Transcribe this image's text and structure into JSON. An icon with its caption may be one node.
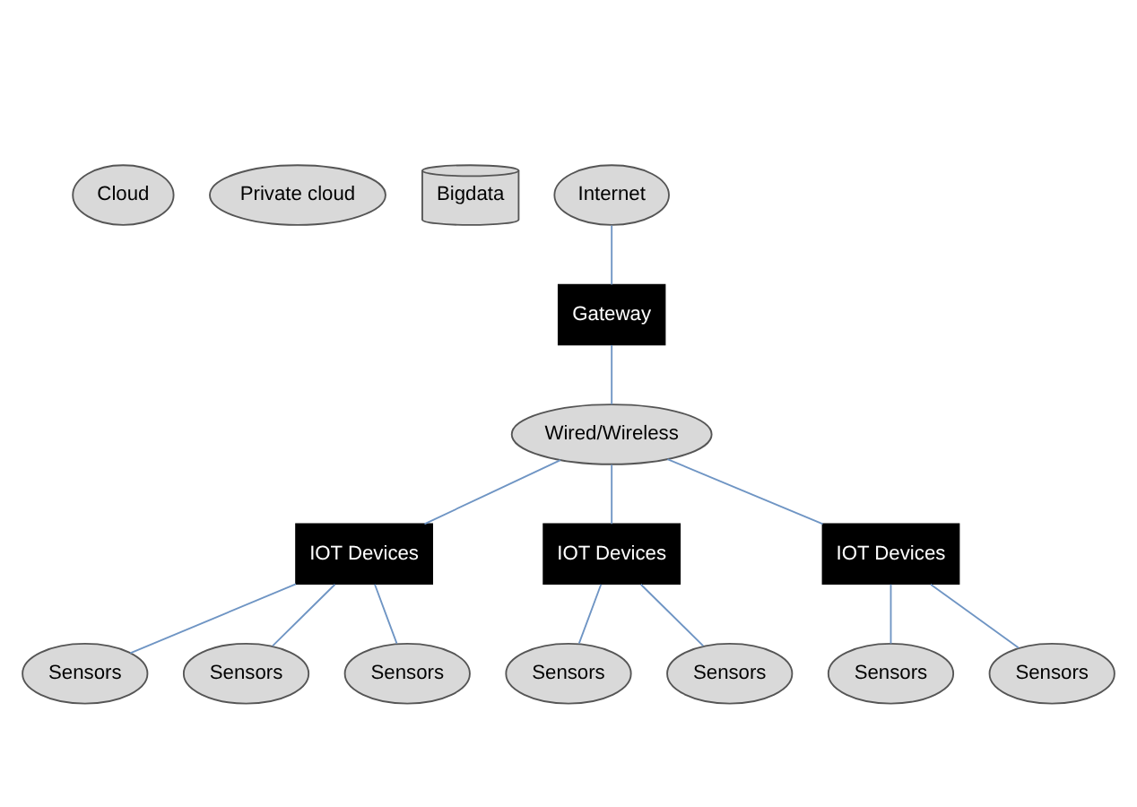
{
  "diagram": {
    "nodes": [
      {
        "text": [
          "Cloud"
        ]
      },
      {
        "text": [
          "Private cloud"
        ]
      },
      {
        "text": [
          "Bigdata"
        ]
      },
      {
        "text": [
          "Internet"
        ]
      },
      {
        "text": [
          "Gateway"
        ]
      },
      {
        "text": [
          "Wired/Wireless"
        ]
      },
      {
        "text": [
          "IOT Devices"
        ]
      },
      {
        "text": [
          "IOT Devices"
        ]
      },
      {
        "text": [
          "IOT Devices"
        ]
      },
      {
        "text": [
          "Sensors"
        ]
      },
      {
        "text": [
          "Sensors"
        ]
      },
      {
        "text": [
          "Sensors"
        ]
      },
      {
        "text": [
          "Sensors"
        ]
      },
      {
        "text": [
          "Sensors"
        ]
      },
      {
        "text": [
          "Sensors"
        ]
      },
      {
        "text": [
          "Sensors"
        ]
      }
    ],
    "edges": [
      {
        "from": 3,
        "to": 4,
        "arrow": "none"
      },
      {
        "from": 4,
        "to": 5,
        "arrow": "none"
      },
      {
        "from": 5,
        "to": 6,
        "arrow": "none"
      },
      {
        "from": 5,
        "to": 7,
        "arrow": "none"
      },
      {
        "from": 5,
        "to": 8,
        "arrow": "none"
      },
      {
        "from": 6,
        "to": 9,
        "arrow": "none"
      },
      {
        "from": 6,
        "to": 10,
        "arrow": "none"
      },
      {
        "from": 6,
        "to": 11,
        "arrow": "none"
      },
      {
        "from": 7,
        "to": 12,
        "arrow": "none"
      },
      {
        "from": 7,
        "to": 13,
        "arrow": "none"
      },
      {
        "from": 8,
        "to": 14,
        "arrow": "none"
      },
      {
        "from": 8,
        "to": 15,
        "arrow": "none"
      }
    ]
  }
}
